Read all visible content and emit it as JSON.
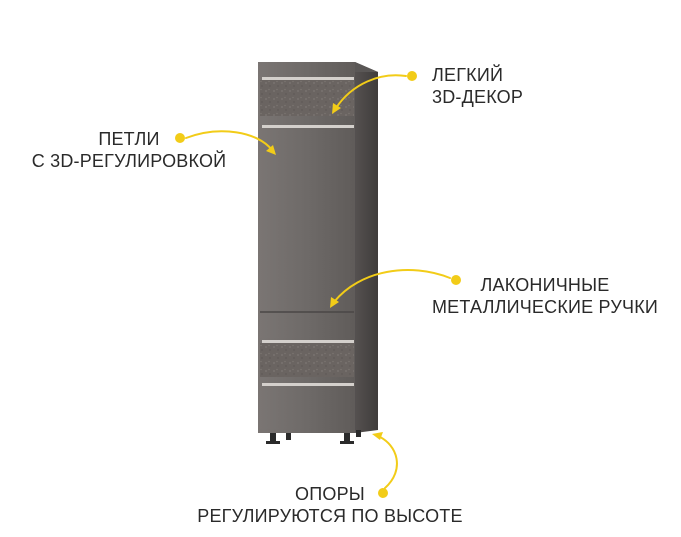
{
  "colors": {
    "accent_dot": "#f2cc18",
    "cabinet_body": "#6e6a68",
    "cabinet_side": "#4e4b4a",
    "decor_panel": "#6a6461",
    "trim_strip": "#d4d0cc",
    "handle": "#1a1a1a",
    "text": "#2a2a2a"
  },
  "callouts": {
    "decor": {
      "line1": "ЛЕГКИЙ",
      "line2": "3D-ДЕКОР",
      "icon": "arrow-curved"
    },
    "hinges": {
      "line1": "ПЕТЛИ",
      "line2": "С 3D-РЕГУЛИРОВКОЙ",
      "icon": "arrow-curved"
    },
    "handles": {
      "line1": "ЛАКОНИЧНЫЕ",
      "line2": "МЕТАЛЛИЧЕСКИЕ РУЧКИ",
      "icon": "arrow-curved"
    },
    "legs": {
      "line1": "ОПОРЫ",
      "line2": "РЕГУЛИРУЮТСЯ ПО ВЫСОТЕ",
      "icon": "arrow-curved"
    }
  }
}
